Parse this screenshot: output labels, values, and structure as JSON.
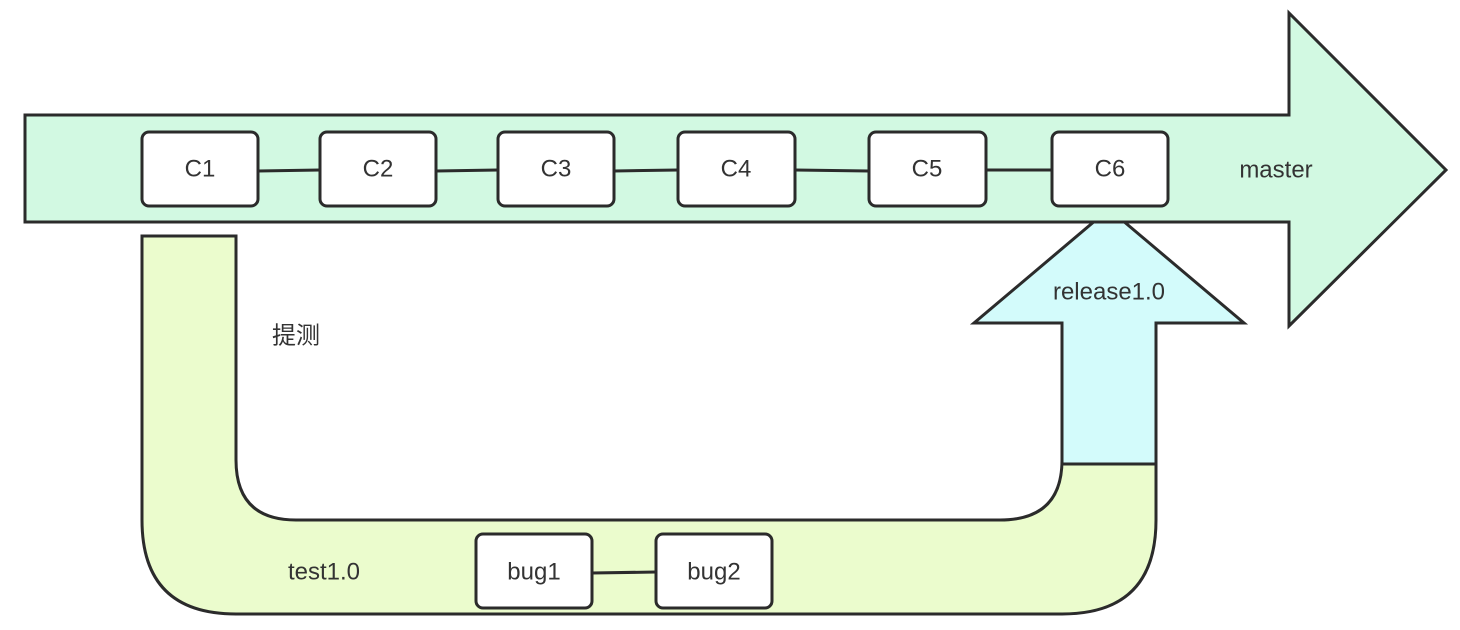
{
  "colors": {
    "master": "#d2f9e2",
    "test": "#ebfccd",
    "release": "#d3fbfb",
    "stroke": "#2b2b2b",
    "text": "#333333"
  },
  "branches": {
    "master": "master",
    "release": "release1.0",
    "test": "test1.0"
  },
  "annotation": "提测",
  "commits": [
    "C1",
    "C2",
    "C3",
    "C4",
    "C5",
    "C6"
  ],
  "bugs": [
    "bug1",
    "bug2"
  ]
}
